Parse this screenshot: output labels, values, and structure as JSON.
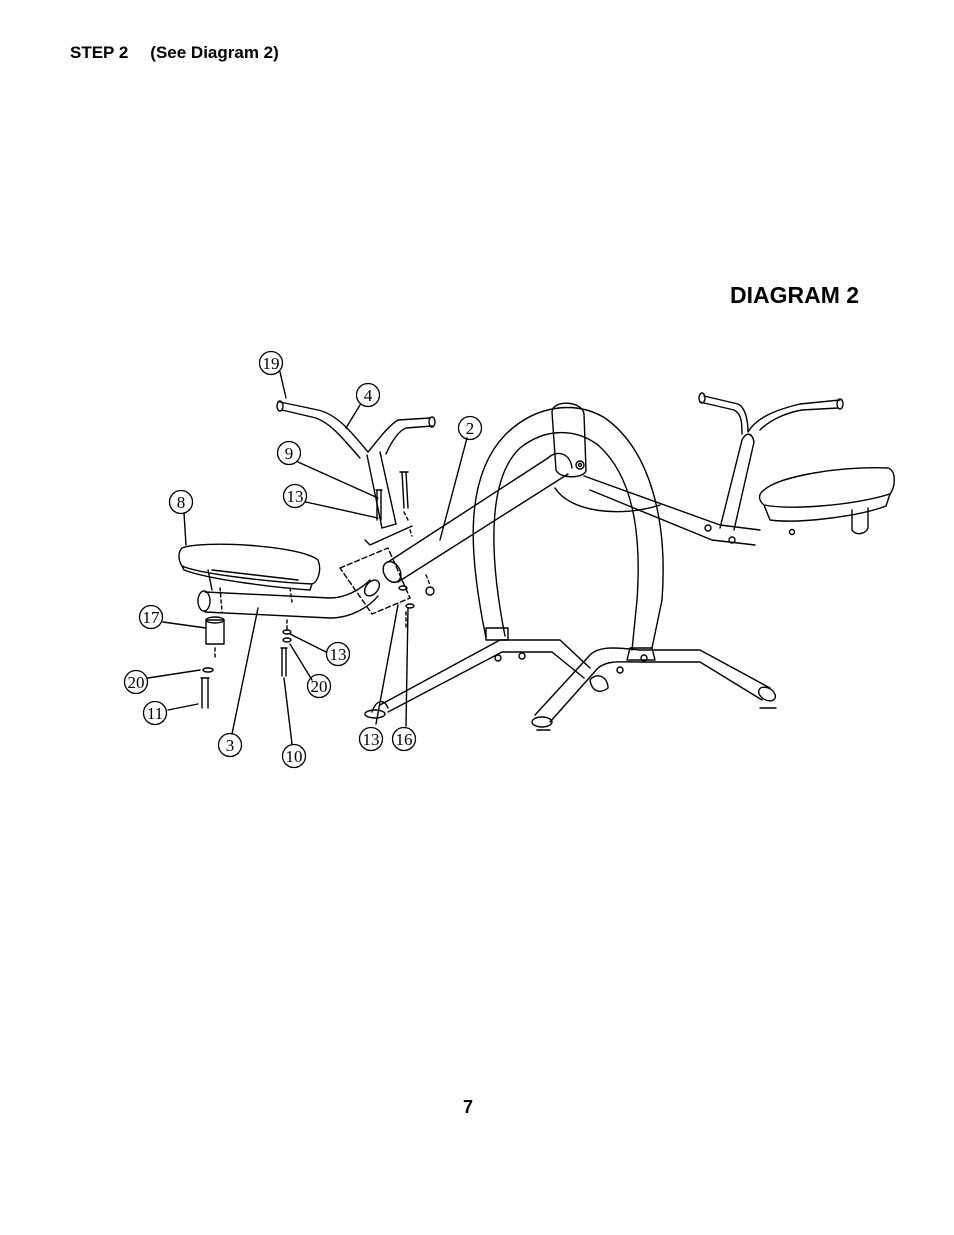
{
  "step": {
    "label": "STEP 2",
    "reference": "(See Diagram 2)"
  },
  "diagram": {
    "title": "DIAGRAM 2",
    "callouts": [
      {
        "id": "part-19",
        "label": "19"
      },
      {
        "id": "part-4",
        "label": "4"
      },
      {
        "id": "part-2",
        "label": "2"
      },
      {
        "id": "part-9",
        "label": "9"
      },
      {
        "id": "part-13-top",
        "label": "13"
      },
      {
        "id": "part-8",
        "label": "8"
      },
      {
        "id": "part-17",
        "label": "17"
      },
      {
        "id": "part-13-mid",
        "label": "13"
      },
      {
        "id": "part-20-mid",
        "label": "20"
      },
      {
        "id": "part-20-left",
        "label": "20"
      },
      {
        "id": "part-11",
        "label": "11"
      },
      {
        "id": "part-3",
        "label": "3"
      },
      {
        "id": "part-10",
        "label": "10"
      },
      {
        "id": "part-13-bottom",
        "label": "13"
      },
      {
        "id": "part-16",
        "label": "16"
      }
    ]
  },
  "page_number": "7"
}
